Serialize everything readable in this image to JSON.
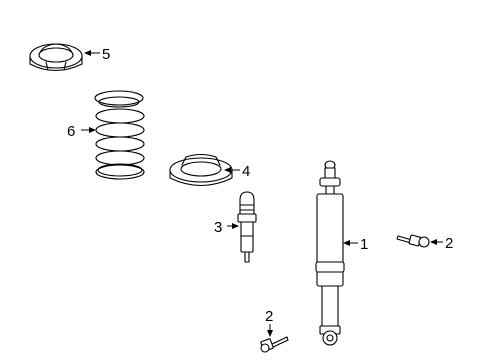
{
  "callouts": [
    {
      "id": "shock-absorber",
      "number": "1"
    },
    {
      "id": "upper-bolt",
      "number": "2"
    },
    {
      "id": "lower-bolt",
      "number": "2"
    },
    {
      "id": "bump-stop",
      "number": "3"
    },
    {
      "id": "lower-insulator",
      "number": "4"
    },
    {
      "id": "upper-insulator",
      "number": "5"
    },
    {
      "id": "coil-spring",
      "number": "6"
    }
  ],
  "colors": {
    "line": "#000000",
    "background": "#ffffff"
  }
}
